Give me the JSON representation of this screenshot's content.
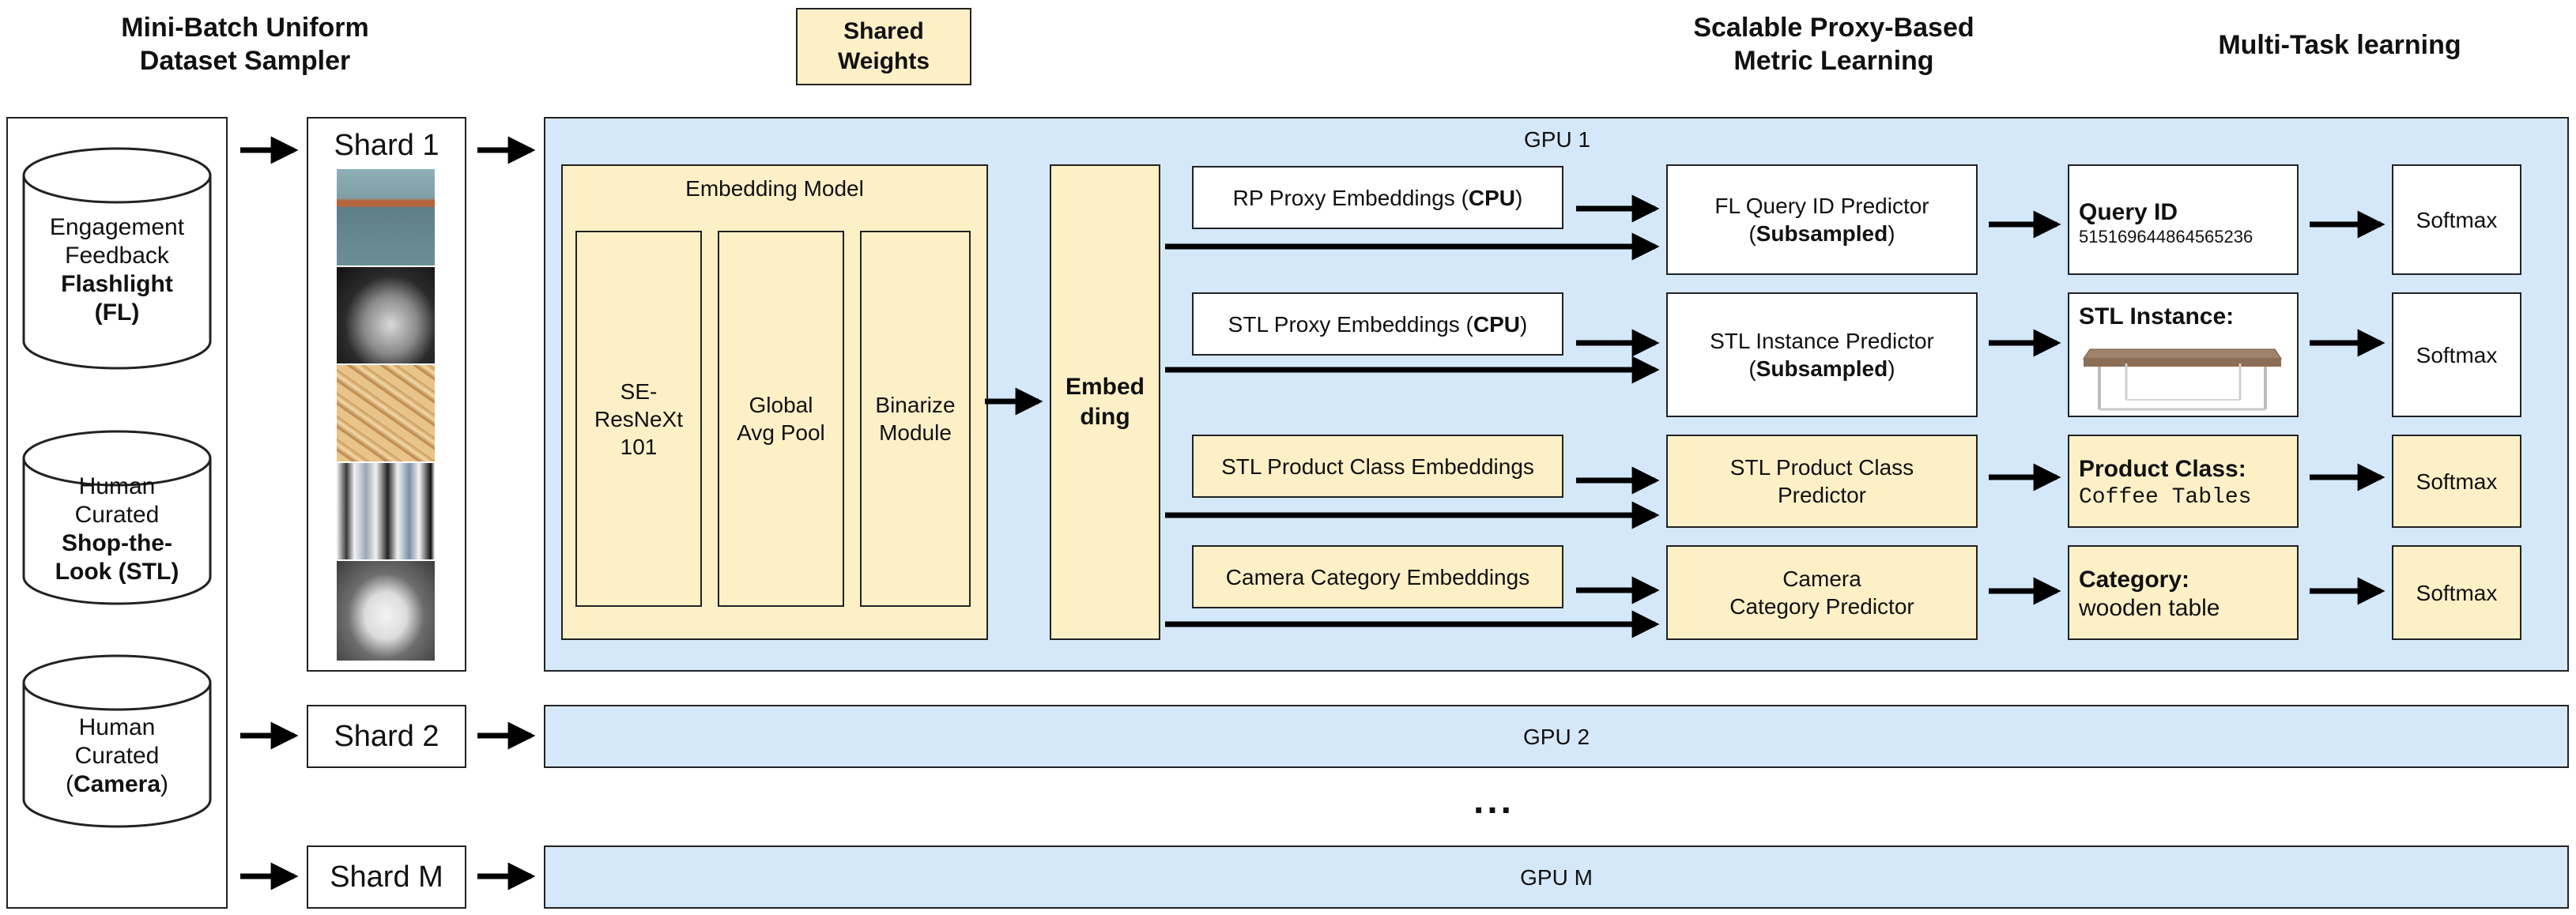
{
  "headers": {
    "sampler_line1": "Mini-Batch Uniform",
    "sampler_line2": "Dataset Sampler",
    "shared_line1": "Shared",
    "shared_line2": "Weights",
    "metric_line1": "Scalable Proxy-Based",
    "metric_line2": "Metric Learning",
    "multitask": "Multi-Task learning"
  },
  "datasets": [
    {
      "l1": "Engagement",
      "l2": "Feedback",
      "l3": "Flashlight",
      "l4": "(FL)"
    },
    {
      "l1": "Human",
      "l2": "Curated",
      "l3": "Shop-the-",
      "l4": "Look (STL)"
    },
    {
      "l1": "Human",
      "l2": "Curated",
      "l3_pre": "(",
      "l3": "Camera",
      "l3_post": ")"
    }
  ],
  "shards": [
    "Shard 1",
    "Shard 2",
    "Shard M"
  ],
  "gpus": [
    "GPU 1",
    "GPU 2",
    "GPU M"
  ],
  "ellipsis": "...",
  "embedding_model": {
    "title": "Embedding Model",
    "blocks": [
      {
        "l1": "SE-",
        "l2": "ResNeXt",
        "l3": "101"
      },
      {
        "l1": "Global",
        "l2": "Avg Pool"
      },
      {
        "l1": "Binarize",
        "l2": "Module"
      }
    ]
  },
  "embedding_box": {
    "l1": "Embed",
    "l2": "ding"
  },
  "proxies": [
    {
      "pre": "RP Proxy Embeddings (",
      "bold": "CPU",
      "post": ")"
    },
    {
      "pre": "STL Proxy Embeddings (",
      "bold": "CPU",
      "post": ")"
    },
    {
      "pre": "STL Product Class Embeddings",
      "bold": "",
      "post": ""
    },
    {
      "pre": "Camera Category Embeddings",
      "bold": "",
      "post": ""
    }
  ],
  "predictors": [
    {
      "l1": "FL Query ID Predictor",
      "l2_pre": "(",
      "l2_bold": "Subsampled",
      "l2_post": ")"
    },
    {
      "l1": "STL Instance Predictor",
      "l2_pre": "(",
      "l2_bold": "Subsampled",
      "l2_post": ")"
    },
    {
      "l1": "STL Product Class",
      "l2_pre": "Predictor",
      "l2_bold": "",
      "l2_post": ""
    },
    {
      "l1": "Camera",
      "l2_pre": "Category Predictor",
      "l2_bold": "",
      "l2_post": ""
    }
  ],
  "outputs": [
    {
      "label": "Query ID",
      "value": "515169644864565236"
    },
    {
      "label": "STL Instance:",
      "value": ""
    },
    {
      "label": "Product Class:",
      "value": "Coffee Tables"
    },
    {
      "label": "Category:",
      "value": "wooden table"
    }
  ],
  "softmax": [
    "Softmax",
    "Softmax",
    "Softmax",
    "Softmax"
  ],
  "colors": {
    "yellow": "#fdf0c7",
    "blue": "#d5e8f9",
    "border": "#222222"
  }
}
